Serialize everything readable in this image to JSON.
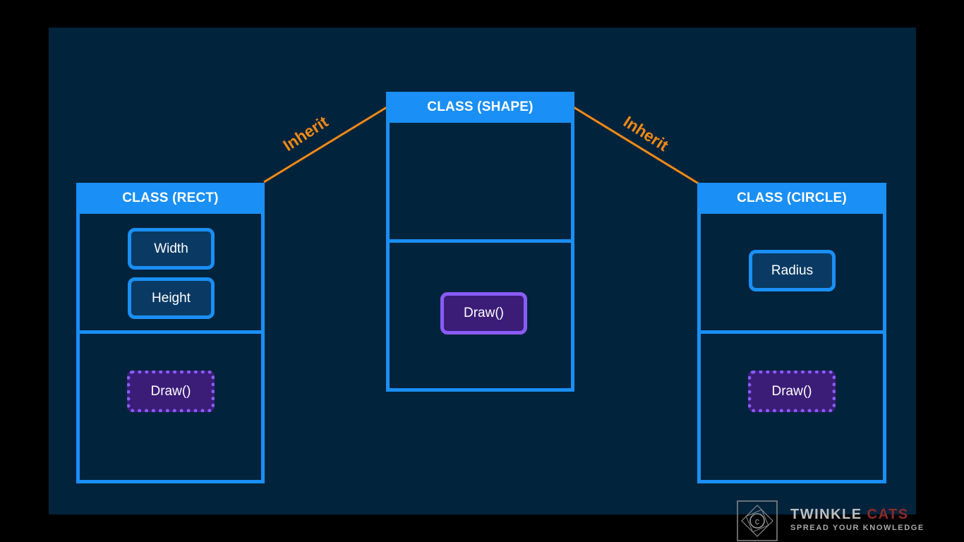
{
  "diagram": {
    "classes": {
      "shape": {
        "title": "CLASS (SHAPE)",
        "method": "Draw()"
      },
      "rect": {
        "title": "CLASS (RECT)",
        "attributes": [
          "Width",
          "Height"
        ],
        "method": "Draw()"
      },
      "circle": {
        "title": "CLASS (CIRCLE)",
        "attributes": [
          "Radius"
        ],
        "method": "Draw()"
      }
    },
    "relations": {
      "left_label": "Inherit",
      "right_label": "Inherit"
    }
  },
  "colors": {
    "background": "#02233c",
    "class_blue": "#1a8ff5",
    "method_purple": "#8a5cf6",
    "inherit_orange": "#f28a16"
  },
  "watermark": {
    "brand_primary": "TWINKLE",
    "brand_accent": "CATS",
    "tagline": "SPREAD YOUR KNOWLEDGE",
    "logo_icon": "twinkle-cats-logo-icon"
  }
}
